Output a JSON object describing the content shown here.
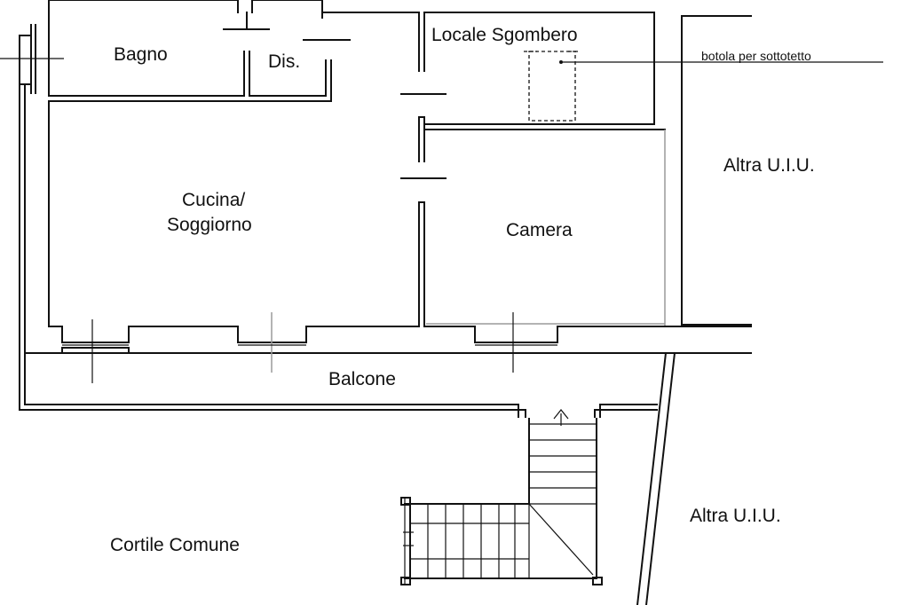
{
  "rooms": {
    "bagno": "Bagno",
    "dis": "Dis.",
    "locale_sgombero": "Locale Sgombero",
    "cucina_line1": "Cucina/",
    "cucina_line2": "Soggiorno",
    "camera": "Camera",
    "balcone": "Balcone",
    "cortile": "Cortile Comune"
  },
  "neighbors": {
    "upper": "Altra U.I.U.",
    "lower": "Altra U.I.U."
  },
  "annotations": {
    "botola": "botola per sottotetto"
  }
}
